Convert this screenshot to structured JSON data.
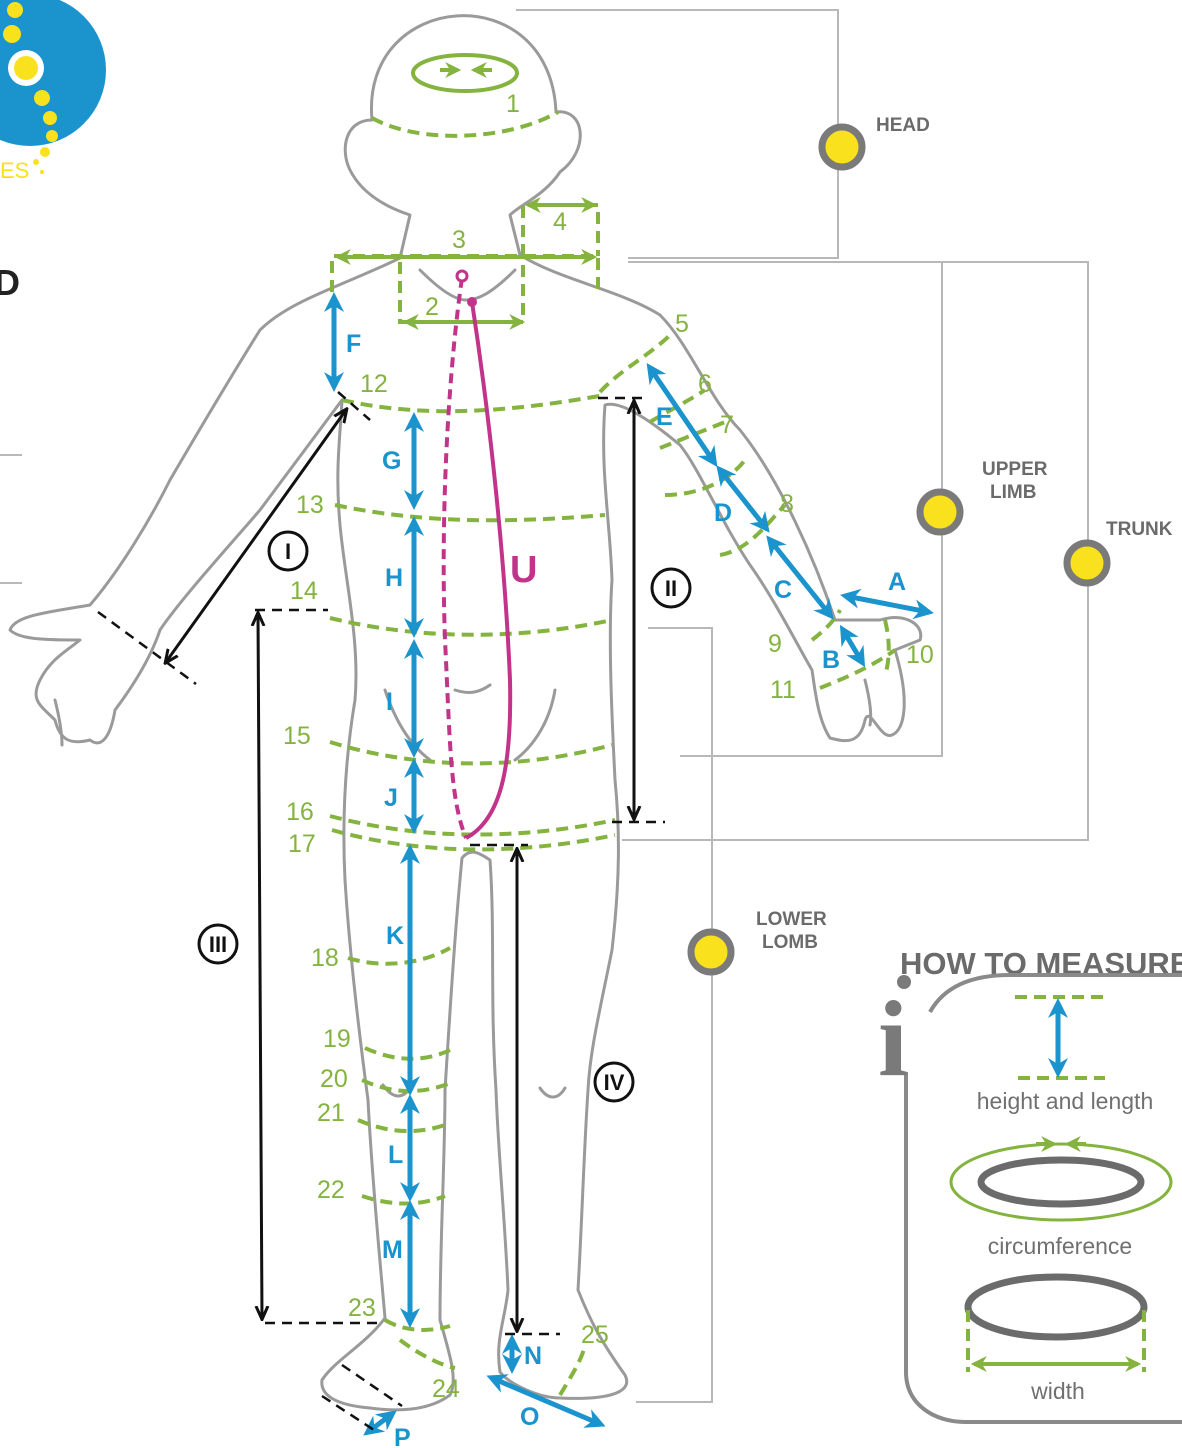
{
  "logo": {
    "text_fragment": "ES"
  },
  "left_partial_letter": "D",
  "sections": {
    "head": "HEAD",
    "upper_limb": [
      "UPPER",
      "LIMB"
    ],
    "trunk": "TRUNK",
    "lower_limb": [
      "LOWER",
      "LOMB"
    ]
  },
  "circumference_numbers": [
    "1",
    "2",
    "3",
    "4",
    "5",
    "6",
    "7",
    "8",
    "9",
    "10",
    "11",
    "12",
    "13",
    "14",
    "15",
    "16",
    "17",
    "18",
    "19",
    "20",
    "21",
    "22",
    "23",
    "24",
    "25"
  ],
  "length_letters": [
    "A",
    "B",
    "C",
    "D",
    "E",
    "F",
    "G",
    "H",
    "I",
    "J",
    "K",
    "L",
    "M",
    "N",
    "O",
    "P"
  ],
  "roman_measures": [
    "I",
    "II",
    "III",
    "IV"
  ],
  "spine_label": "U",
  "legend": {
    "title": "HOW TO MEASURE",
    "info_letter": "i",
    "height_and_length": "height and length",
    "circumference": "circumference",
    "width": "width"
  },
  "colors": {
    "circumference_green": "#84b33f",
    "length_blue": "#1b93cc",
    "spine_magenta": "#c2348a",
    "marker_yellow": "#f9e11e",
    "marker_ring": "#7a7a7a",
    "logo_blue": "#1b93cc"
  }
}
